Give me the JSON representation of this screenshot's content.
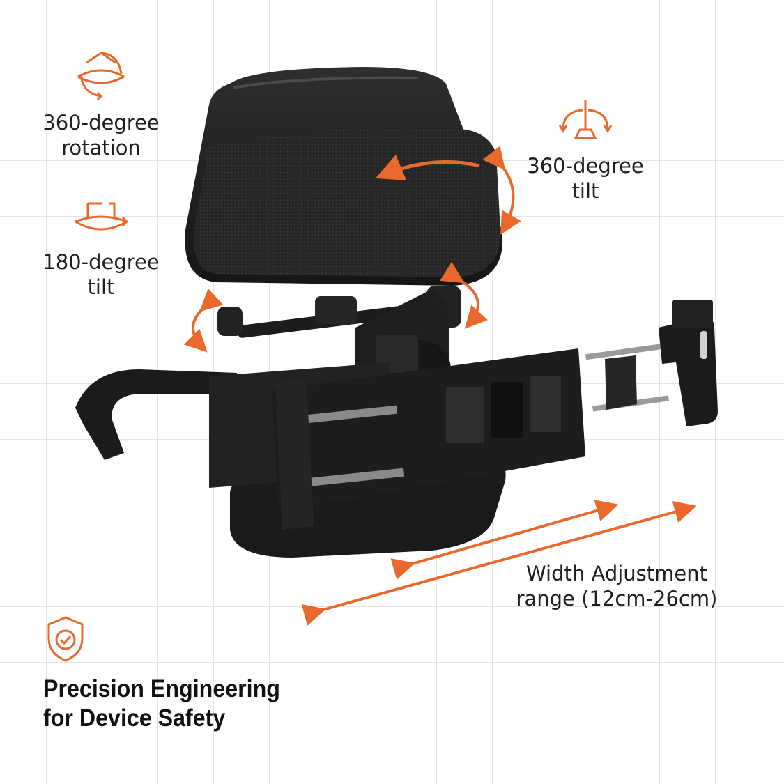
{
  "features": {
    "rotation": {
      "line1": "360-degree",
      "line2": "rotation"
    },
    "tilt_180": {
      "line1": "180-degree",
      "line2": "tilt"
    },
    "tilt_360": {
      "line1": "360-degree",
      "line2": "tilt"
    }
  },
  "width_adjustment": {
    "line1": "Width Adjustment",
    "line2": "range (12cm-26cm)"
  },
  "tagline": {
    "line1": "Precision Engineering",
    "line2": "for Device Safety"
  },
  "icons": [
    "rotate-360-icon",
    "tilt-180-icon",
    "tilt-360-icon",
    "shield-check-icon"
  ],
  "colors": {
    "accent": "#e8692b",
    "text": "#1e1e1e",
    "product": "#1b1b1b"
  }
}
